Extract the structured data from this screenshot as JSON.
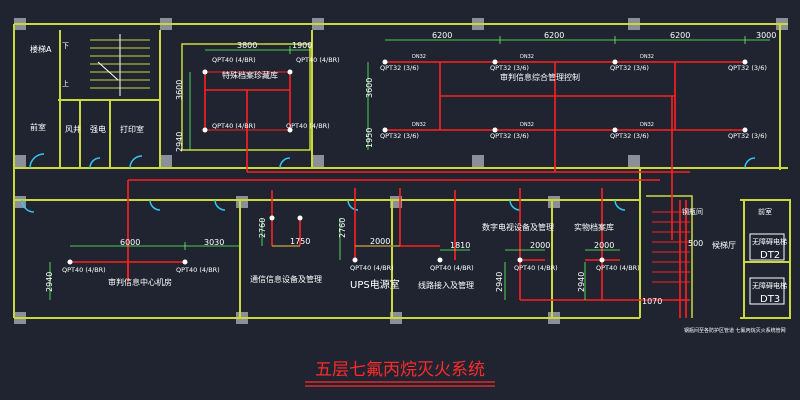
{
  "title": "五层七氟丙烷灭火系统",
  "colors": {
    "background": "#1f2430",
    "wall": "#c9d93a",
    "pipe": "#ff2020",
    "dimension": "#5cff5c",
    "column": "#8a8f99",
    "label": "#ffffff",
    "nozzle_label": "#ffffff",
    "door": "#35c6f4",
    "title": "#ff2a2a"
  },
  "rooms": {
    "stair_a": "楼梯A",
    "stair_down": "下",
    "stair_up": "上",
    "front_room": "前室",
    "wind_well": "风井",
    "electric_well": "强电",
    "print_room": "打印室",
    "special_archive": "特殊档案珍藏库",
    "trial_info_mgmt": "审判信息综合管理控制",
    "trial_info_center": "审判信息中心机房",
    "comm_equipment": "通信信息设备及管理",
    "ups_room": "UPS电源室",
    "line_access": "线路接入及管理",
    "digital_tv": "数字电视设备及管理",
    "evidence_archive": "实物档案库",
    "cylinder_room": "钢瓶间",
    "elevator_hall": "候梯厅",
    "front_room_right": "前室",
    "dt2_label": "无障碍电梯",
    "dt2": "DT2",
    "dt3_label": "无障碍电梯",
    "dt3": "DT3"
  },
  "dimensions": {
    "d3800": "3800",
    "d1900": "1900",
    "d3600": "3600",
    "d2940": "2940",
    "d6200a": "6200",
    "d6200b": "6200",
    "d6200c": "6200",
    "d3000": "3000",
    "d3600b": "3600",
    "d1950": "1950",
    "d6000": "6000",
    "d3030": "3030",
    "d2760a": "2760",
    "d1750": "1750",
    "d2760b": "2760",
    "d2000a": "2000",
    "d1810": "1810",
    "d2000b": "2000",
    "d2000c": "2000",
    "d2940b": "2940",
    "d2940c": "2940",
    "d2940d": "2940",
    "d500": "500",
    "d1070": "1070"
  },
  "nozzles": {
    "qpt40": "QPT40 (4/BR)",
    "qpt32": "QPT32 (3/6)",
    "pipe_note": "DN32"
  },
  "bottom_note": "钢瓶间至各防护区管道 七氟丙烷灭火系统管网"
}
